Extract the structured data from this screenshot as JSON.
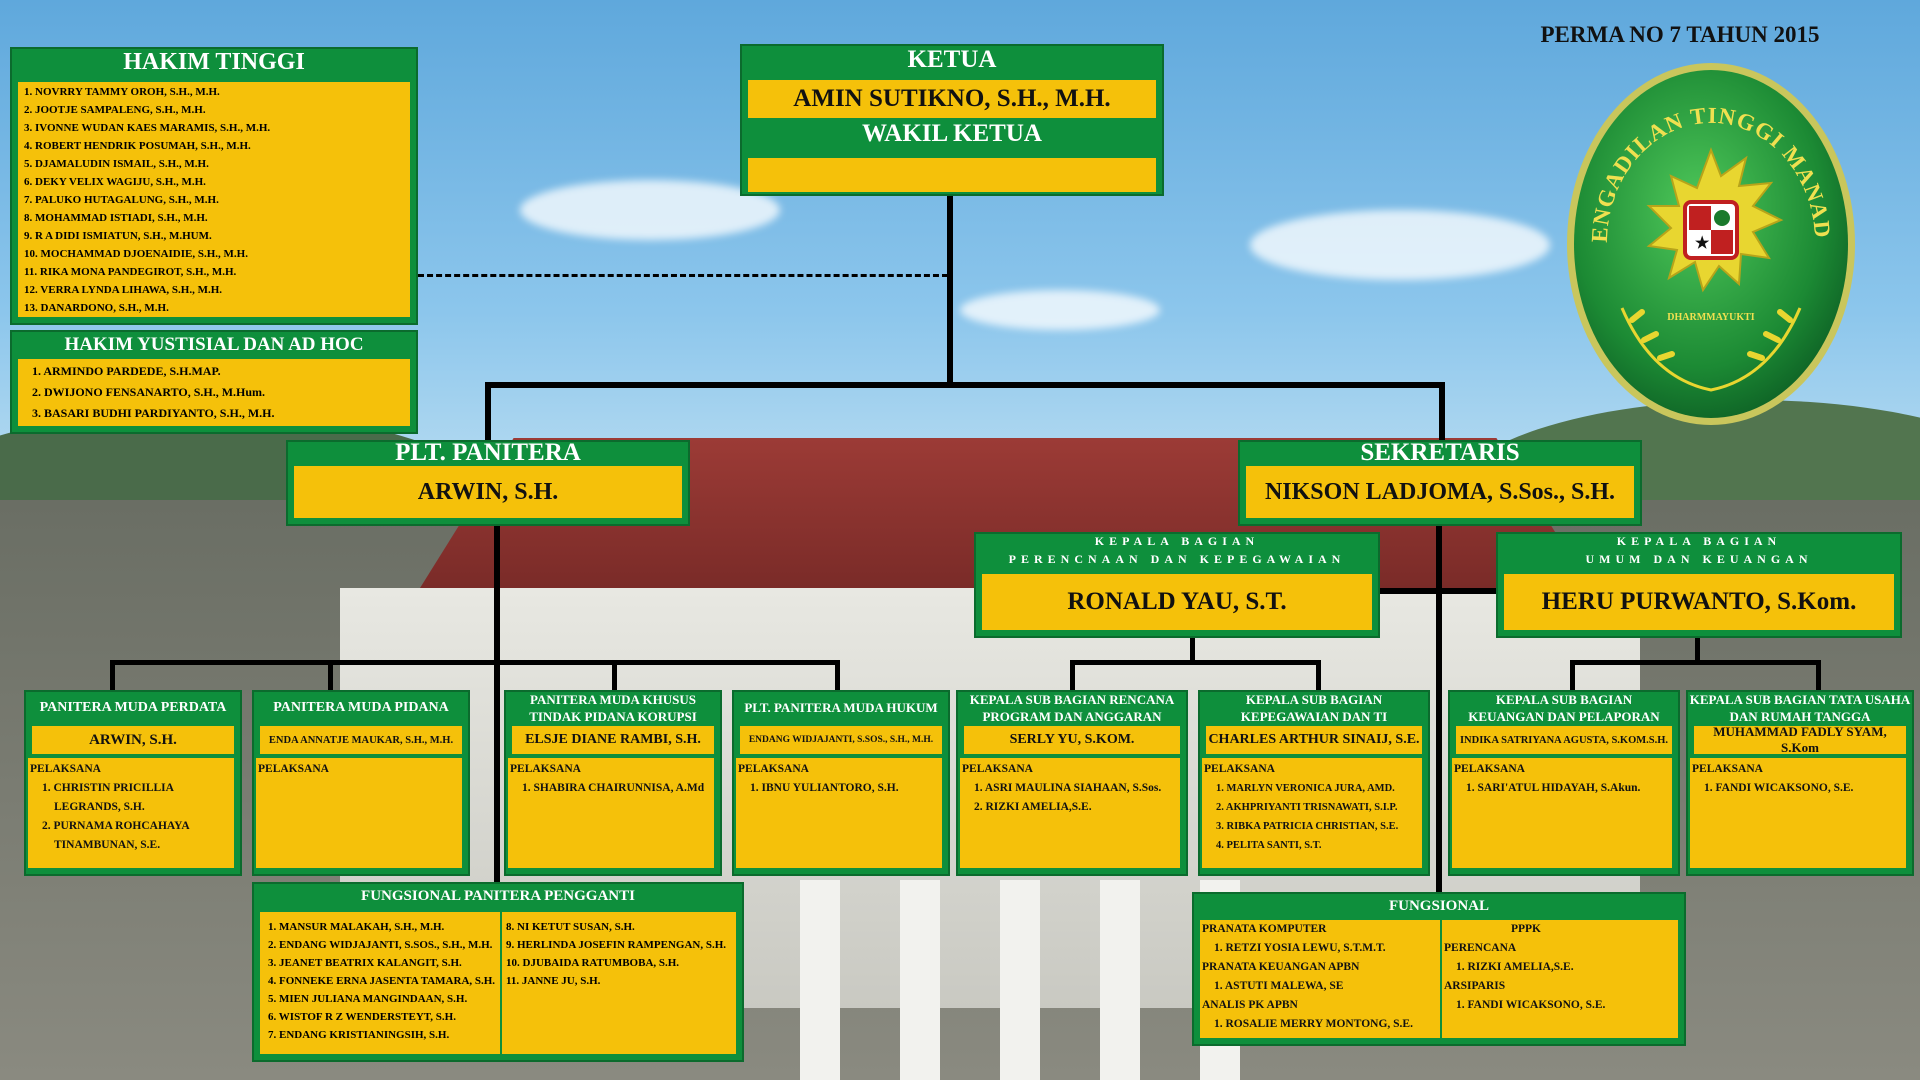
{
  "perma": "PERMA NO 7 TAHUN 2015",
  "emblem": {
    "text": "PENGADILAN TINGGI MANADO",
    "motto": "DHARMMAYUKTI"
  },
  "ketua": {
    "title": "KETUA",
    "name": "AMIN SUTIKNO, S.H., M.H.",
    "wakil_title": "WAKIL KETUA",
    "wakil_name": ""
  },
  "hakim_tinggi": {
    "title": "HAKIM TINGGI",
    "items": [
      "1. NOVRRY TAMMY OROH, S.H., M.H.",
      "2. JOOTJE SAMPALENG, S.H., M.H.",
      "3. IVONNE WUDAN KAES MARAMIS, S.H., M.H.",
      "4. ROBERT HENDRIK POSUMAH, S.H., M.H.",
      "5. DJAMALUDIN ISMAIL, S.H., M.H.",
      "6. DEKY VELIX WAGIJU, S.H., M.H.",
      "7. PALUKO HUTAGALUNG, S.H., M.H.",
      "8. MOHAMMAD ISTIADI, S.H., M.H.",
      "9. R A DIDI ISMIATUN, S.H., M.HUM.",
      "10. MOCHAMMAD DJOENAIDIE, S.H., M.H.",
      "11. RIKA MONA PANDEGIROT, S.H., M.H.",
      "12. VERRA LYNDA LIHAWA, S.H., M.H.",
      "13. DANARDONO, S.H., M.H."
    ]
  },
  "hakim_yustisial": {
    "title": "HAKIM YUSTISIAL DAN AD HOC",
    "items": [
      "1. ARMINDO PARDEDE, S.H.MAP.",
      "2. DWIJONO FENSANARTO, S.H., M.Hum.",
      "3. BASARI BUDHI PARDIYANTO, S.H., M.H."
    ]
  },
  "panitera": {
    "title": "PLT. PANITERA",
    "name": "ARWIN, S.H."
  },
  "sekretaris": {
    "title": "SEKRETARIS",
    "name": "NIKSON LADJOMA, S.Sos., S.H."
  },
  "kabag_perencanaan": {
    "title1": "KEPALA BAGIAN",
    "title2": "PERENCNAAN DAN KEPEGAWAIAN",
    "name": "RONALD YAU, S.T."
  },
  "kabag_umum": {
    "title1": "KEPALA BAGIAN",
    "title2": "UMUM DAN KEUANGAN",
    "name": "HERU PURWANTO, S.Kom."
  },
  "pelaksana_label": "PELAKSANA",
  "units": {
    "perdata": {
      "title": "PANITERA MUDA PERDATA",
      "name": "ARWIN, S.H.",
      "staff": [
        "1. CHRISTIN PRICILLIA",
        "LEGRANDS, S.H.",
        "2. PURNAMA ROHCAHAYA",
        "TINAMBUNAN, S.E."
      ]
    },
    "pidana": {
      "title": "PANITERA MUDA PIDANA",
      "name": "ENDA ANNATJE MAUKAR, S.H., M.H.",
      "staff": []
    },
    "tipikor": {
      "title1": "PANITERA MUDA KHUSUS",
      "title2": "TINDAK PIDANA KORUPSI",
      "name": "ELSJE DIANE RAMBI, S.H.",
      "staff": [
        "1. SHABIRA CHAIRUNNISA, A.Md"
      ]
    },
    "hukum": {
      "title": "PLT. PANITERA MUDA HUKUM",
      "name": "ENDANG WIDJAJANTI, S.SOS., S.H., M.H.",
      "staff": [
        "1. IBNU YULIANTORO, S.H."
      ]
    },
    "program": {
      "title1": "KEPALA SUB BAGIAN RENCANA",
      "title2": "PROGRAM DAN ANGGARAN",
      "name": "SERLY YU, S.KOM.",
      "staff": [
        "1. ASRI MAULINA SIAHAAN, S.Sos.",
        "2. RIZKI AMELIA,S.E."
      ]
    },
    "kepegawaian": {
      "title1": "KEPALA SUB BAGIAN",
      "title2": "KEPEGAWAIAN DAN TI",
      "name": "CHARLES ARTHUR SINAIJ, S.E.",
      "staff": [
        "1. MARLYN VERONICA JURA, AMD.",
        "2. AKHPRIYANTI TRISNAWATI, S.I.P.",
        "3. RIBKA PATRICIA CHRISTIAN, S.E.",
        "4. PELITA SANTI, S.T."
      ]
    },
    "keuangan": {
      "title1": "KEPALA SUB BAGIAN",
      "title2": "KEUANGAN DAN PELAPORAN",
      "name": "INDIKA SATRIYANA AGUSTA, S.KOM.S.H.",
      "staff": [
        "1. SARI'ATUL HIDAYAH,  S.Akun."
      ]
    },
    "tatausaha": {
      "title1": "KEPALA SUB BAGIAN TATA USAHA",
      "title2": "DAN RUMAH TANGGA",
      "name": "MUHAMMAD FADLY SYAM, S.Kom",
      "staff": [
        "1. FANDI WICAKSONO, S.E."
      ]
    }
  },
  "fungsional_pp": {
    "title": "FUNGSIONAL PANITERA PENGGANTI",
    "col1": [
      "1. MANSUR MALAKAH, S.H., M.H.",
      "2. ENDANG WIDJAJANTI, S.SOS., S.H., M.H.",
      "3. JEANET BEATRIX KALANGIT, S.H.",
      "4. FONNEKE ERNA JASENTA TAMARA, S.H.",
      "5. MIEN JULIANA MANGINDAAN, S.H.",
      "6. WISTOF R Z WENDERSTEYT, S.H.",
      "7.  ENDANG KRISTIANINGSIH, S.H."
    ],
    "col2": [
      "8. NI KETUT SUSAN, S.H.",
      "9. HERLINDA JOSEFIN RAMPENGAN, S.H.",
      "10. DJUBAIDA RATUMBOBA, S.H.",
      "11. JANNE JU, S.H."
    ]
  },
  "fungsional": {
    "title": "FUNGSIONAL",
    "col1": [
      "PRANATA KOMPUTER",
      "1. RETZI YOSIA LEWU, S.T.M.T.",
      "PRANATA KEUANGAN APBN",
      "1. ASTUTI MALEWA, SE",
      "ANALIS PK APBN",
      "1. ROSALIE MERRY MONTONG, S.E."
    ],
    "pppk_title": "PPPK",
    "col2": [
      "PERENCANA",
      "1. RIZKI AMELIA,S.E.",
      "ARSIPARIS",
      "1. FANDI WICAKSONO, S.E."
    ]
  }
}
